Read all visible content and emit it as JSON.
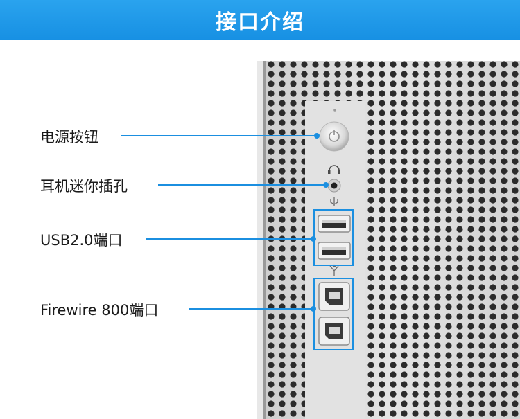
{
  "header": {
    "title": "接口介绍"
  },
  "callouts": [
    {
      "key": "power",
      "label": "电源按钮"
    },
    {
      "key": "headphone",
      "label": "耳机迷你插孔"
    },
    {
      "key": "usb",
      "label": "USB2.0端口"
    },
    {
      "key": "firewire",
      "label": "Firewire 800端口"
    }
  ],
  "colors": {
    "header": "#1f96e8",
    "accent": "#1b8fe0",
    "panel": "#dcdcdc"
  },
  "icons": [
    "power-icon",
    "headphone-icon",
    "usb-icon",
    "firewire-icon"
  ]
}
